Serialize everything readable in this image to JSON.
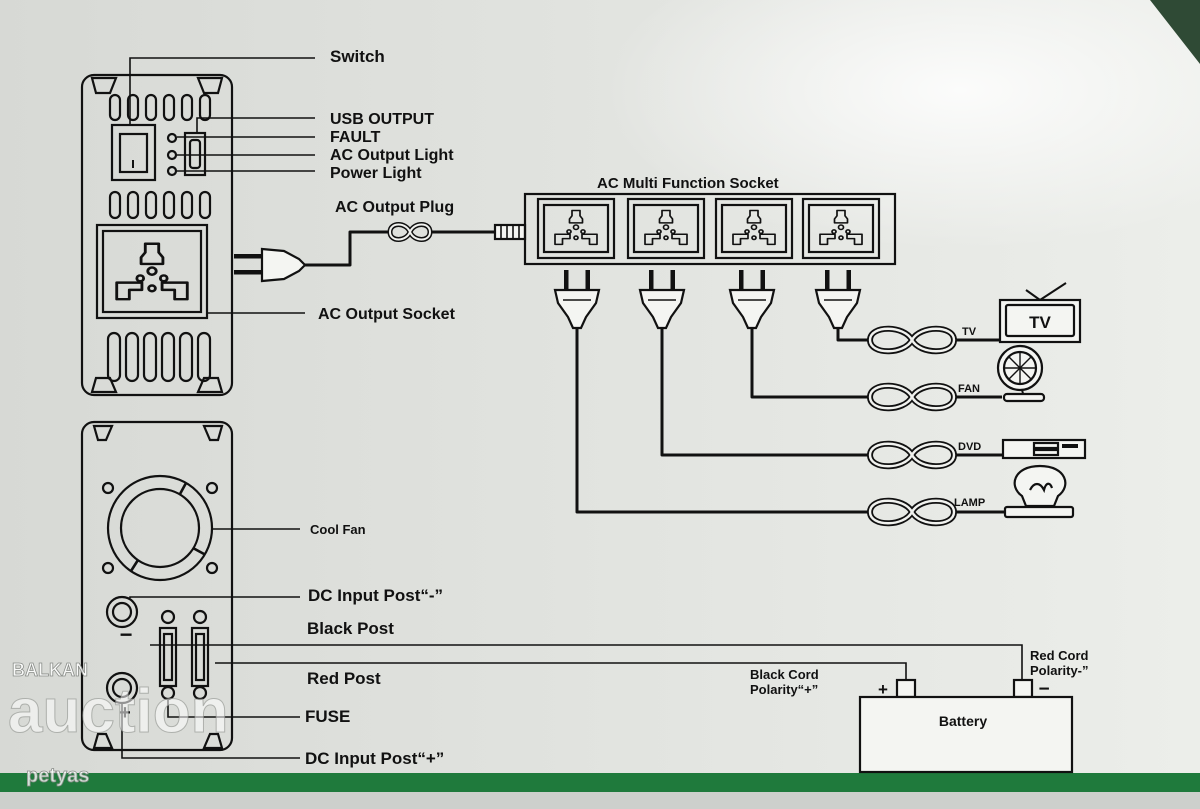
{
  "colors": {
    "ink": "#111111",
    "background": "#e3e5e1",
    "green_band": "#1f7a3c",
    "box_edge": "#2f4a35"
  },
  "device_top": {
    "switch_label": "Switch",
    "usb_label": "USB OUTPUT",
    "fault_label": "FAULT",
    "ac_light_label": "AC Output Light",
    "power_light_label": "Power Light",
    "ac_plug_label": "AC Output Plug",
    "ac_socket_label": "AC Output Socket"
  },
  "strip": {
    "label": "AC Multi Function Socket"
  },
  "loads": [
    {
      "cord_label": "TV",
      "device_text": "TV"
    },
    {
      "cord_label": "FAN"
    },
    {
      "cord_label": "DVD"
    },
    {
      "cord_label": "LAMP"
    }
  ],
  "device_bottom": {
    "fan_label": "Cool Fan",
    "dc_neg_label": "DC Input Post“-”",
    "black_post_label": "Black Post",
    "red_post_label": "Red Post",
    "fuse_label": "FUSE",
    "dc_pos_label": "DC Input Post“+”",
    "minus_sign": "−",
    "plus_sign": "+"
  },
  "battery": {
    "label": "Battery",
    "plus_sign": "+",
    "minus_sign": "−",
    "red_cord_line1": "Red Cord",
    "red_cord_line2": "Polarity-”",
    "black_cord_line1": "Black Cord",
    "black_cord_line2": "Polarity“+”"
  },
  "watermark": {
    "line1": "BALKAN",
    "line2": "auction",
    "line3": "petyas"
  }
}
